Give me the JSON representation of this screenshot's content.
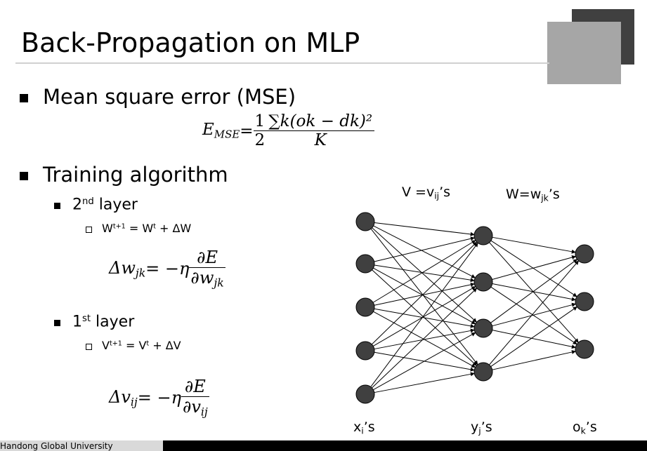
{
  "slide": {
    "title": "Back-Propagation on MLP",
    "bullets": {
      "mse": "Mean square error (MSE)",
      "training": "Training algorithm",
      "layer2": {
        "sup": "nd",
        "num": "2",
        "text": "layer",
        "update": "W",
        "update_sup1": "t+1",
        "update_mid": " = W",
        "update_sup2": "t",
        "update_end": " + ΔW"
      },
      "layer1": {
        "sup": "st",
        "num": "1",
        "text": "layer",
        "update": "V",
        "update_sup1": "t+1",
        "update_mid": " = V",
        "update_sup2": "t",
        "update_end": " + ΔV"
      }
    },
    "formulas": {
      "mse_lhs": "E",
      "mse_lhs_sub": "MSE",
      "mse_eq": " = ",
      "mse_half_num": "1",
      "mse_half_den": "2",
      "mse_num": "∑k(ok − dk)²",
      "mse_den": "K",
      "dw_lhs": "Δw",
      "dw_lhs_sub": "jk",
      "dw_eq": " = −η ",
      "dw_num": "∂E",
      "dw_den": "∂w",
      "dw_den_sub": "jk",
      "dv_lhs": "Δv",
      "dv_lhs_sub": "ij",
      "dv_eq": " = −η ",
      "dv_num": "∂E",
      "dv_den": "∂v",
      "dv_den_sub": "ij"
    },
    "network": {
      "label_v": "V =v",
      "label_v_sub": "ij",
      "label_v_end": "’s",
      "label_w": "W=w",
      "label_w_sub": "jk",
      "label_w_end": "’s",
      "label_x": "x",
      "label_x_sub": "i",
      "label_x_end": "’s",
      "label_y": "y",
      "label_y_sub": "j",
      "label_y_end": "’s",
      "label_o": "o",
      "label_o_sub": "k",
      "label_o_end": "’s",
      "layers": [
        5,
        4,
        3
      ],
      "node_color": "#404040"
    },
    "footer": "Handong Global University"
  }
}
